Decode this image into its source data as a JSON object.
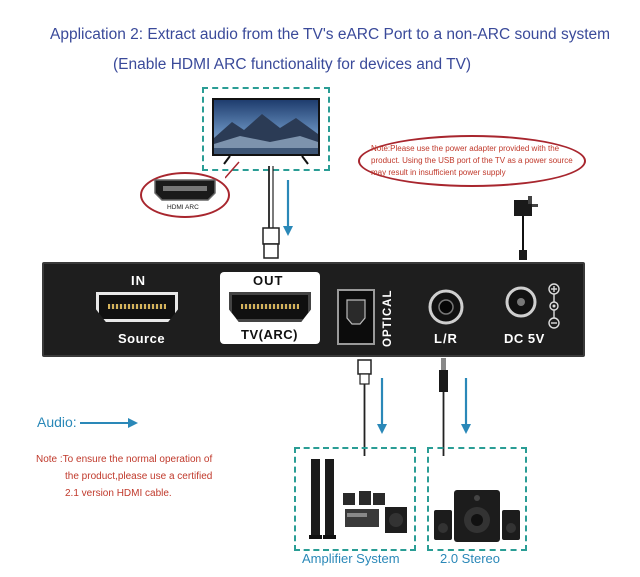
{
  "header": {
    "title": "Application 2: Extract audio from the TV's eARC Port to a non-ARC sound system",
    "subtitle": "(Enable HDMI ARC functionality for devices and TV)"
  },
  "hdmi_callout": {
    "label": "HDMI ARC"
  },
  "power_note": {
    "label": "Note:",
    "text": "Please use the power adapter provided with the product. Using the USB port of the TV as a power source may result in insufficient power supply"
  },
  "device": {
    "in_label": "IN",
    "source_label": "Source",
    "out_label": "OUT",
    "tv_label": "TV(ARC)",
    "optical_label": "OPTICAL",
    "lr_label": "L/R",
    "dc_label": "DC 5V"
  },
  "legend": {
    "audio_label": "Audio:"
  },
  "cable_note": {
    "label": "Note",
    "lines": [
      ":To ensure the normal operation of",
      "the product,please use a certified",
      "2.1 version HDMI cable."
    ]
  },
  "outputs": {
    "amplifier_label": "Amplifier System",
    "stereo_label": "2.0 Stereo"
  },
  "colors": {
    "title": "#3a4a9a",
    "teal": "#2a9d95",
    "audio_blue": "#2a88b8",
    "note_red": "#c0392b",
    "device_body": "#1e1e1e"
  }
}
